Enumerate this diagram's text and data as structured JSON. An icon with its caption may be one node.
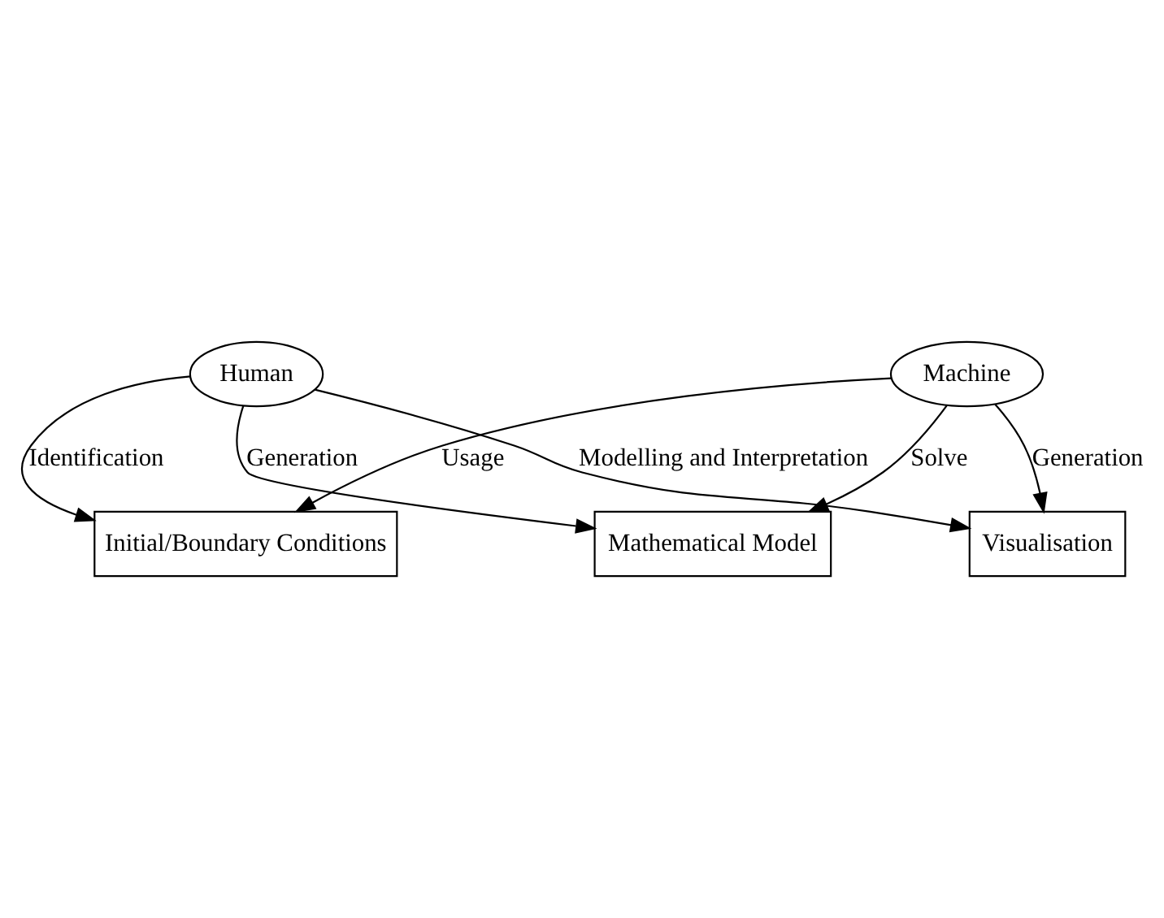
{
  "diagram": {
    "nodes": [
      {
        "text": [
          "Human"
        ]
      },
      {
        "text": [
          "Machine"
        ]
      },
      {
        "text": [
          "Initial/Boundary Conditions"
        ]
      },
      {
        "text": [
          "Visualisation"
        ]
      },
      {
        "text": [
          "Mathematical Model"
        ]
      }
    ],
    "edges": [
      {
        "from": 0,
        "to": 2,
        "arrow": "to",
        "label": "Identification"
      },
      {
        "from": 1,
        "to": 2,
        "arrow": "to",
        "label": "Usage"
      },
      {
        "from": 0,
        "to": 3,
        "arrow": "to",
        "label": "Modelling and Interpretation"
      },
      {
        "from": 1,
        "to": 3,
        "arrow": "to",
        "label": "Generation"
      },
      {
        "from": 0,
        "to": 4,
        "arrow": "to",
        "label": "Generation"
      },
      {
        "from": 1,
        "to": 4,
        "arrow": "to",
        "label": "Solve"
      }
    ]
  }
}
